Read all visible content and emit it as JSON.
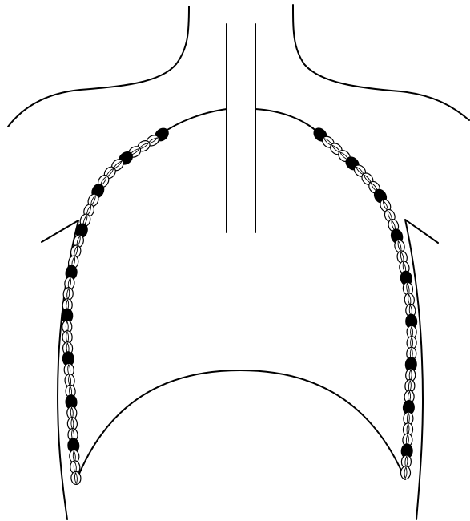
{
  "diagram": {
    "subject": "thorax-cross-section-outline",
    "colors": {
      "stroke": "#000000",
      "background": "#ffffff",
      "solid_bead": "#000000",
      "striped_bead": "#ffffff"
    },
    "bead_pattern": [
      "solid",
      "striped",
      "striped",
      "striped"
    ]
  }
}
